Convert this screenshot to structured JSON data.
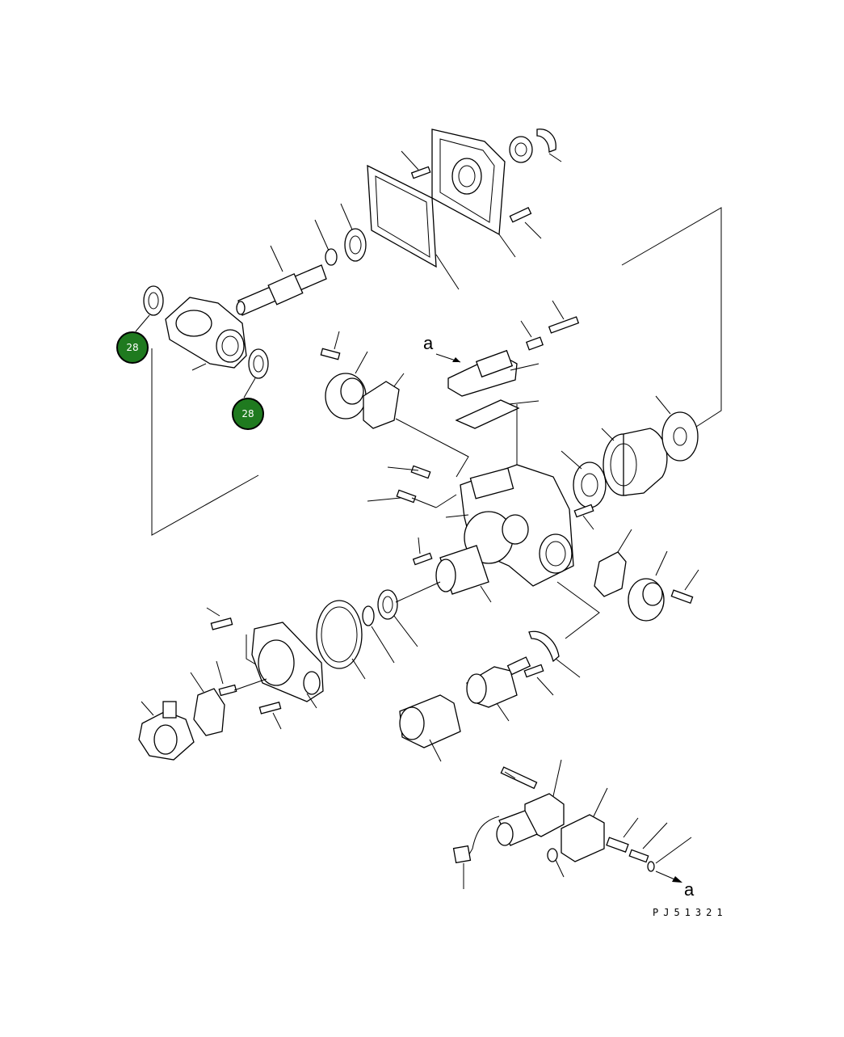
{
  "diagram": {
    "callouts": [
      {
        "number": "28"
      },
      {
        "number": "28"
      }
    ],
    "reference_mark_top": "a",
    "reference_mark_bottom": "a",
    "drawing_code": "PJ51321",
    "colors": {
      "callout_fill": "#1f7a1f",
      "callout_text": "#ffffff",
      "line": "#000000",
      "background": "#ffffff"
    }
  }
}
